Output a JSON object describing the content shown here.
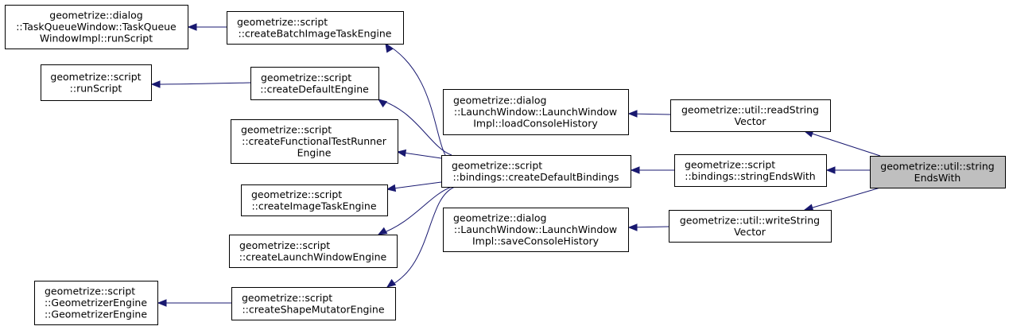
{
  "graph": {
    "title": "",
    "colors": {
      "edge": "#191970",
      "highlight_fill": "#bfbfbf",
      "node_border": "#000000"
    },
    "nodes": {
      "taskqueue": {
        "lines": [
          "geometrize::dialog",
          "::TaskQueueWindow::TaskQueue",
          "WindowImpl::runScript"
        ]
      },
      "createBatch": {
        "lines": [
          "geometrize::script",
          "::createBatchImageTaskEngine"
        ]
      },
      "runScript": {
        "lines": [
          "geometrize::script",
          "::runScript"
        ]
      },
      "createDefault": {
        "lines": [
          "geometrize::script",
          "::createDefaultEngine"
        ]
      },
      "createFunctional": {
        "lines": [
          "geometrize::script",
          "::createFunctionalTestRunner",
          "Engine"
        ]
      },
      "createImageTask": {
        "lines": [
          "geometrize::script",
          "::createImageTaskEngine"
        ]
      },
      "createLaunch": {
        "lines": [
          "geometrize::script",
          "::createLaunchWindowEngine"
        ]
      },
      "geomEngine": {
        "lines": [
          "geometrize::script",
          "::GeometrizerEngine",
          "::GeometrizerEngine"
        ]
      },
      "createShape": {
        "lines": [
          "geometrize::script",
          "::createShapeMutatorEngine"
        ]
      },
      "loadConsole": {
        "lines": [
          "geometrize::dialog",
          "::LaunchWindow::LaunchWindow",
          "Impl::loadConsoleHistory"
        ]
      },
      "createBindings": {
        "lines": [
          "geometrize::script",
          "::bindings::createDefaultBindings"
        ]
      },
      "saveConsole": {
        "lines": [
          "geometrize::dialog",
          "::LaunchWindow::LaunchWindow",
          "Impl::saveConsoleHistory"
        ]
      },
      "readString": {
        "lines": [
          "geometrize::util::readString",
          "Vector"
        ]
      },
      "bindingsEnds": {
        "lines": [
          "geometrize::script",
          "::bindings::stringEndsWith"
        ]
      },
      "writeString": {
        "lines": [
          "geometrize::util::writeString",
          "Vector"
        ]
      },
      "target": {
        "lines": [
          "geometrize::util::string",
          "EndsWith"
        ]
      }
    },
    "edges": [
      {
        "from": "createBatch",
        "to": "taskqueue"
      },
      {
        "from": "createDefault",
        "to": "runScript"
      },
      {
        "from": "createBindings",
        "to": "createBatch"
      },
      {
        "from": "createBindings",
        "to": "createDefault"
      },
      {
        "from": "createBindings",
        "to": "createFunctional"
      },
      {
        "from": "createBindings",
        "to": "createImageTask"
      },
      {
        "from": "createBindings",
        "to": "createLaunch"
      },
      {
        "from": "createBindings",
        "to": "createShape"
      },
      {
        "from": "createShape",
        "to": "geomEngine"
      },
      {
        "from": "readString",
        "to": "loadConsole"
      },
      {
        "from": "bindingsEnds",
        "to": "createBindings"
      },
      {
        "from": "writeString",
        "to": "saveConsole"
      },
      {
        "from": "target",
        "to": "readString"
      },
      {
        "from": "target",
        "to": "bindingsEnds"
      },
      {
        "from": "target",
        "to": "writeString"
      }
    ]
  }
}
